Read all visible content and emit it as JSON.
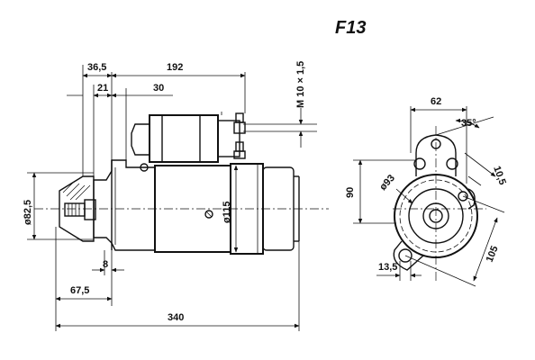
{
  "title": "F13",
  "side_view": {
    "dims": {
      "d_36_5": "36,5",
      "d_192": "192",
      "d_21": "21",
      "d_30": "30",
      "d_m10": "M 10 × 1,5",
      "d_82_5": "ø82,5",
      "d_115": "ø115",
      "d_8": "8",
      "d_67_5": "67,5",
      "d_340": "340"
    }
  },
  "end_view": {
    "dims": {
      "d_62": "62",
      "d_35deg": "35°",
      "d_10_5": "10,5",
      "d_90": "90",
      "d_93": "ø93",
      "d_13_5": "13,5",
      "d_105": "105"
    }
  }
}
